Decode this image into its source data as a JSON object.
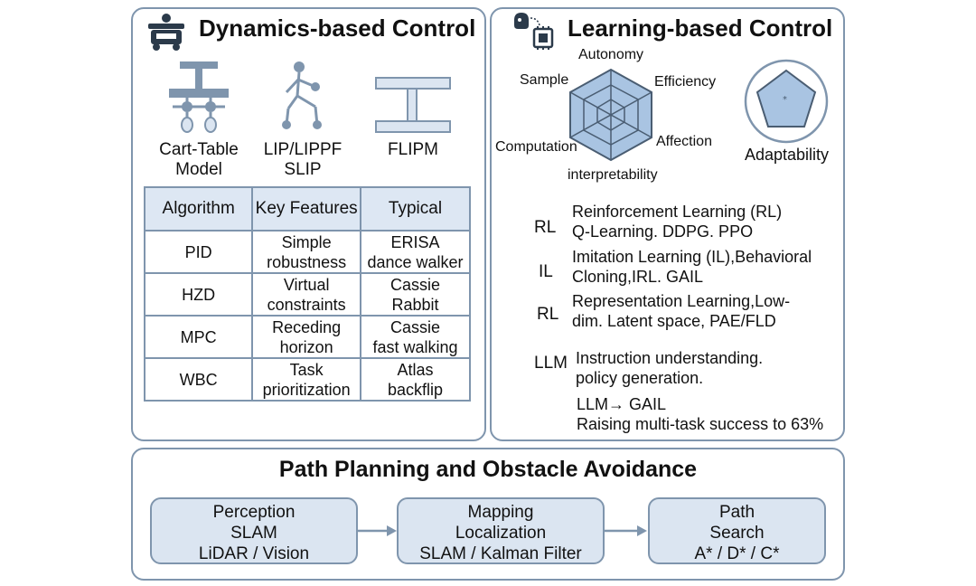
{
  "dynamics": {
    "title": "Dynamics-based Control",
    "models": [
      {
        "line1": "Cart-Table",
        "line2": "Model"
      },
      {
        "line1": "LIP/LIPPF",
        "line2": "SLIP"
      },
      {
        "line1": "FLIPM",
        "line2": ""
      }
    ],
    "table": {
      "headers": [
        "Algorithm",
        "Key Features",
        "Typical"
      ],
      "rows": [
        {
          "algo": "PID",
          "feat1": "Simple",
          "feat2": "robustness",
          "typ1": "ERISA",
          "typ2": "dance walker"
        },
        {
          "algo": "HZD",
          "feat1": "Virtual",
          "feat2": "constraints",
          "typ1": "Cassie",
          "typ2": "Rabbit"
        },
        {
          "algo": "MPC",
          "feat1": "Receding",
          "feat2": "horizon",
          "typ1": "Cassie",
          "typ2": "fast walking"
        },
        {
          "algo": "WBC",
          "feat1": "Task",
          "feat2": "prioritization",
          "typ1": "Atlas",
          "typ2": "backflip"
        }
      ]
    }
  },
  "learning": {
    "title": "Learning-based Control",
    "radar_axes": [
      "Autonomy",
      "Efficiency",
      "Affection",
      "interpretability",
      "Computation",
      "Sample"
    ],
    "adaptability": "Adaptability",
    "methods": [
      {
        "abbr": "RL",
        "line1": "Reinforcement Learning (RL)",
        "line2": "Q-Learning. DDPG. PPO"
      },
      {
        "abbr": "IL",
        "line1": "Imitation Learning (IL),Behavioral",
        "line2": "Cloning,IRL. GAIL"
      },
      {
        "abbr": "RL",
        "line1": "Representation Learning,Low-",
        "line2": "dim. Latent space, PAE/FLD"
      },
      {
        "abbr": "LLM",
        "line1": "Instruction understanding.",
        "line2": "policy generation."
      }
    ],
    "llm_note": {
      "line1": "LLM→ GAIL",
      "line2": "Raising multi-task success to 63%"
    }
  },
  "path": {
    "title": "Path Planning and Obstacle Avoidance",
    "boxes": [
      {
        "l1": "Perception",
        "l2": "SLAM",
        "l3": "LiDAR / Vision"
      },
      {
        "l1": "Mapping",
        "l2": "Localization",
        "l3": "SLAM / Kalman Filter"
      },
      {
        "l1": "Path",
        "l2": "Search",
        "l3": "A* / D* / C*"
      }
    ]
  },
  "colors": {
    "border": "#7f95ad",
    "fill": "#dbe5f1",
    "icon": "#7f95ad",
    "radar": "#a9c4e2"
  }
}
